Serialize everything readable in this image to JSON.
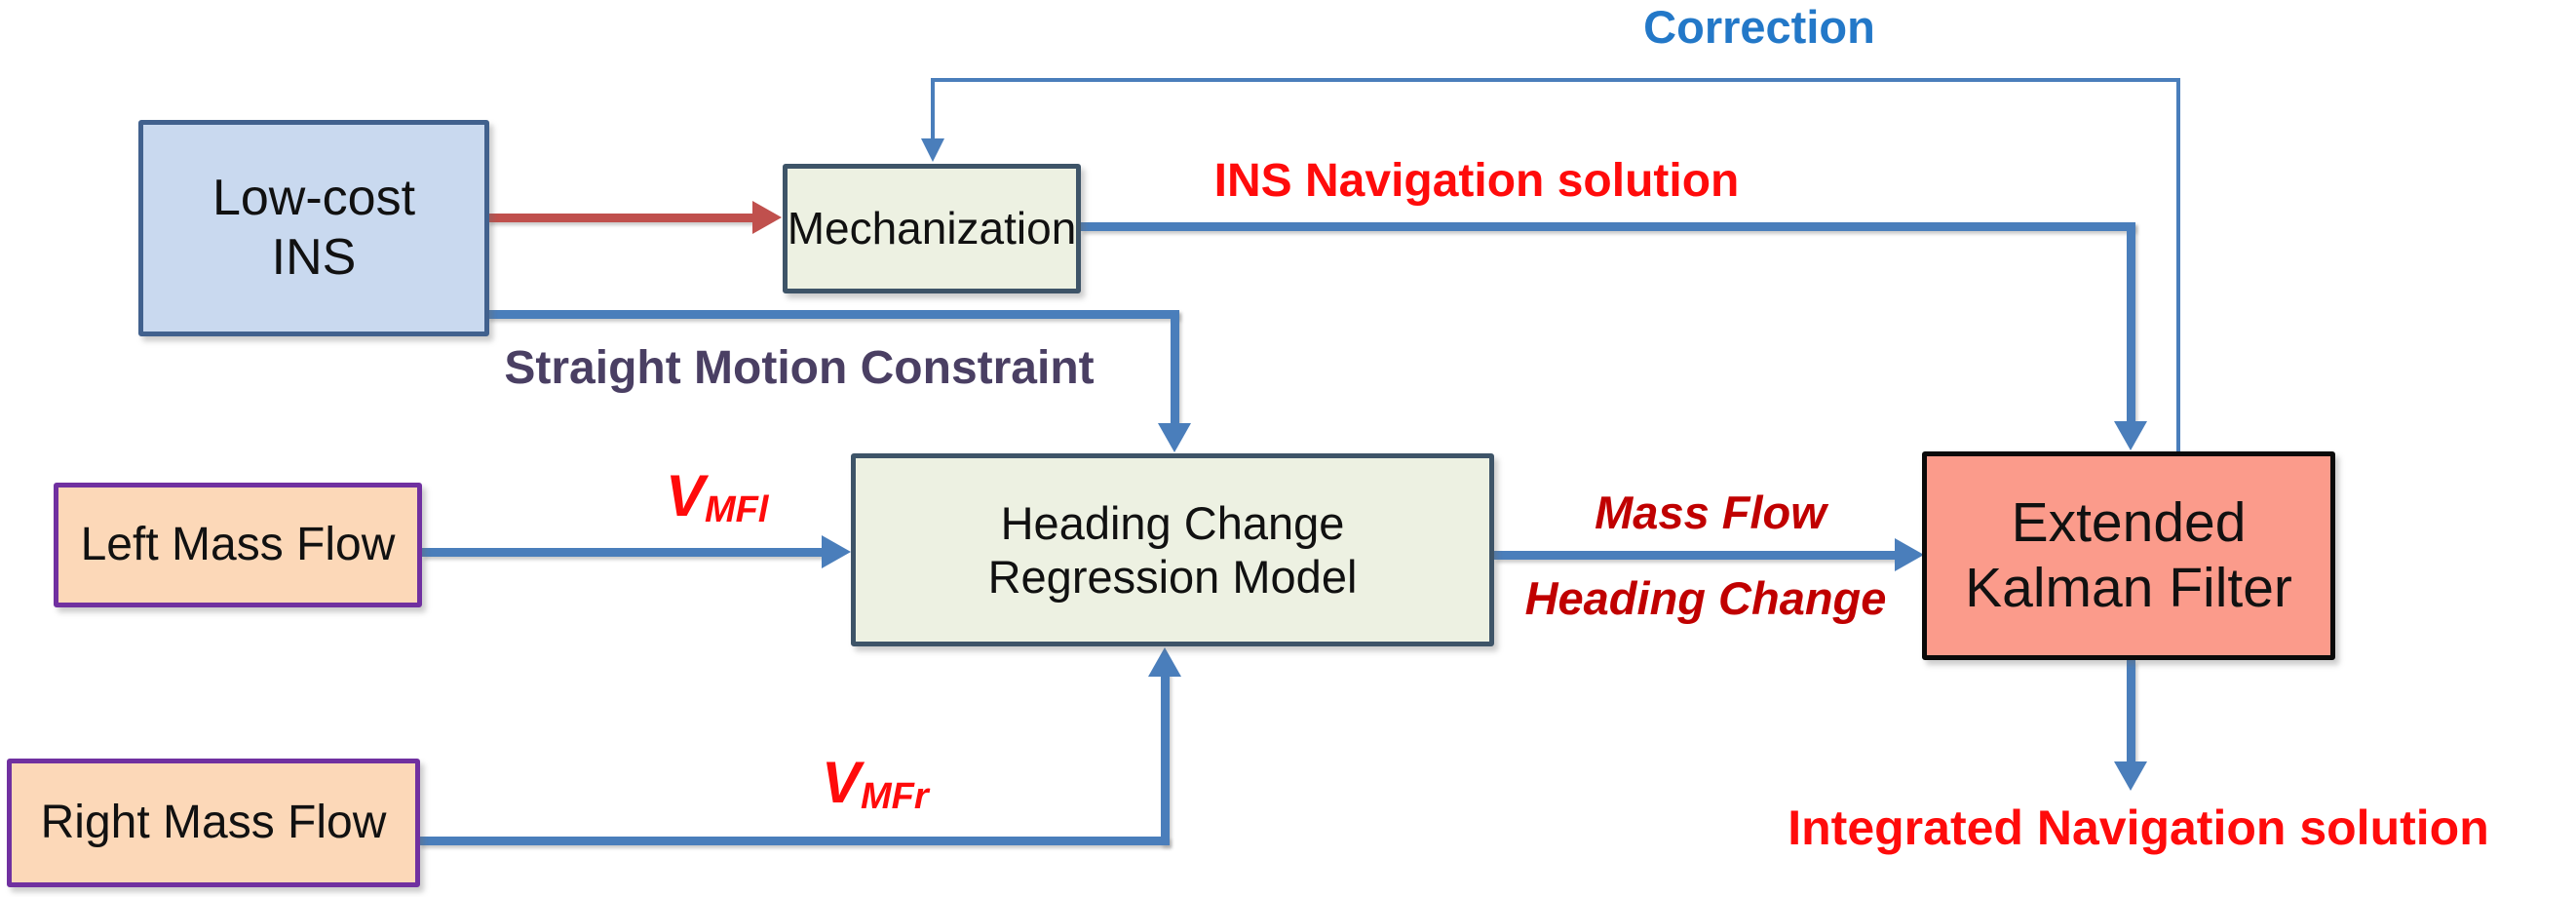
{
  "colors": {
    "arrow_blue": "#4A7EBB",
    "arrow_red": "#C0504D",
    "correction_text": "#2378C8",
    "red_text": "#FF0B0B",
    "dark_red_text": "#C00000",
    "constraint_text": "#4A3F63",
    "ins_fill": "#C9D9EF",
    "ins_border": "#41618E",
    "model_fill": "#EDF1E2",
    "model_border": "#3E5468",
    "flow_fill": "#FCD8B8",
    "flow_border": "#7030A0",
    "ekf_fill": "#FB9B8B",
    "ekf_border": "#0A0A0A"
  },
  "nodes": {
    "ins": {
      "lines": [
        "Low-cost",
        "INS"
      ]
    },
    "mechanization": {
      "label": "Mechanization"
    },
    "hcrm": {
      "lines": [
        "Heading Change",
        "Regression Model"
      ]
    },
    "left_mass_flow": {
      "label": "Left Mass Flow"
    },
    "right_mass_flow": {
      "label": "Right Mass Flow"
    },
    "ekf": {
      "lines": [
        "Extended",
        "Kalman Filter"
      ]
    }
  },
  "labels": {
    "correction": "Correction",
    "ins_nav": "INS Navigation solution",
    "constraint": "Straight Motion Constraint",
    "vmfl": {
      "base": "V",
      "sub": "MFl"
    },
    "vmfr": {
      "base": "V",
      "sub": "MFr"
    },
    "mass_flow": "Mass Flow",
    "heading_change": "Heading Change",
    "integrated": "Integrated Navigation solution"
  }
}
